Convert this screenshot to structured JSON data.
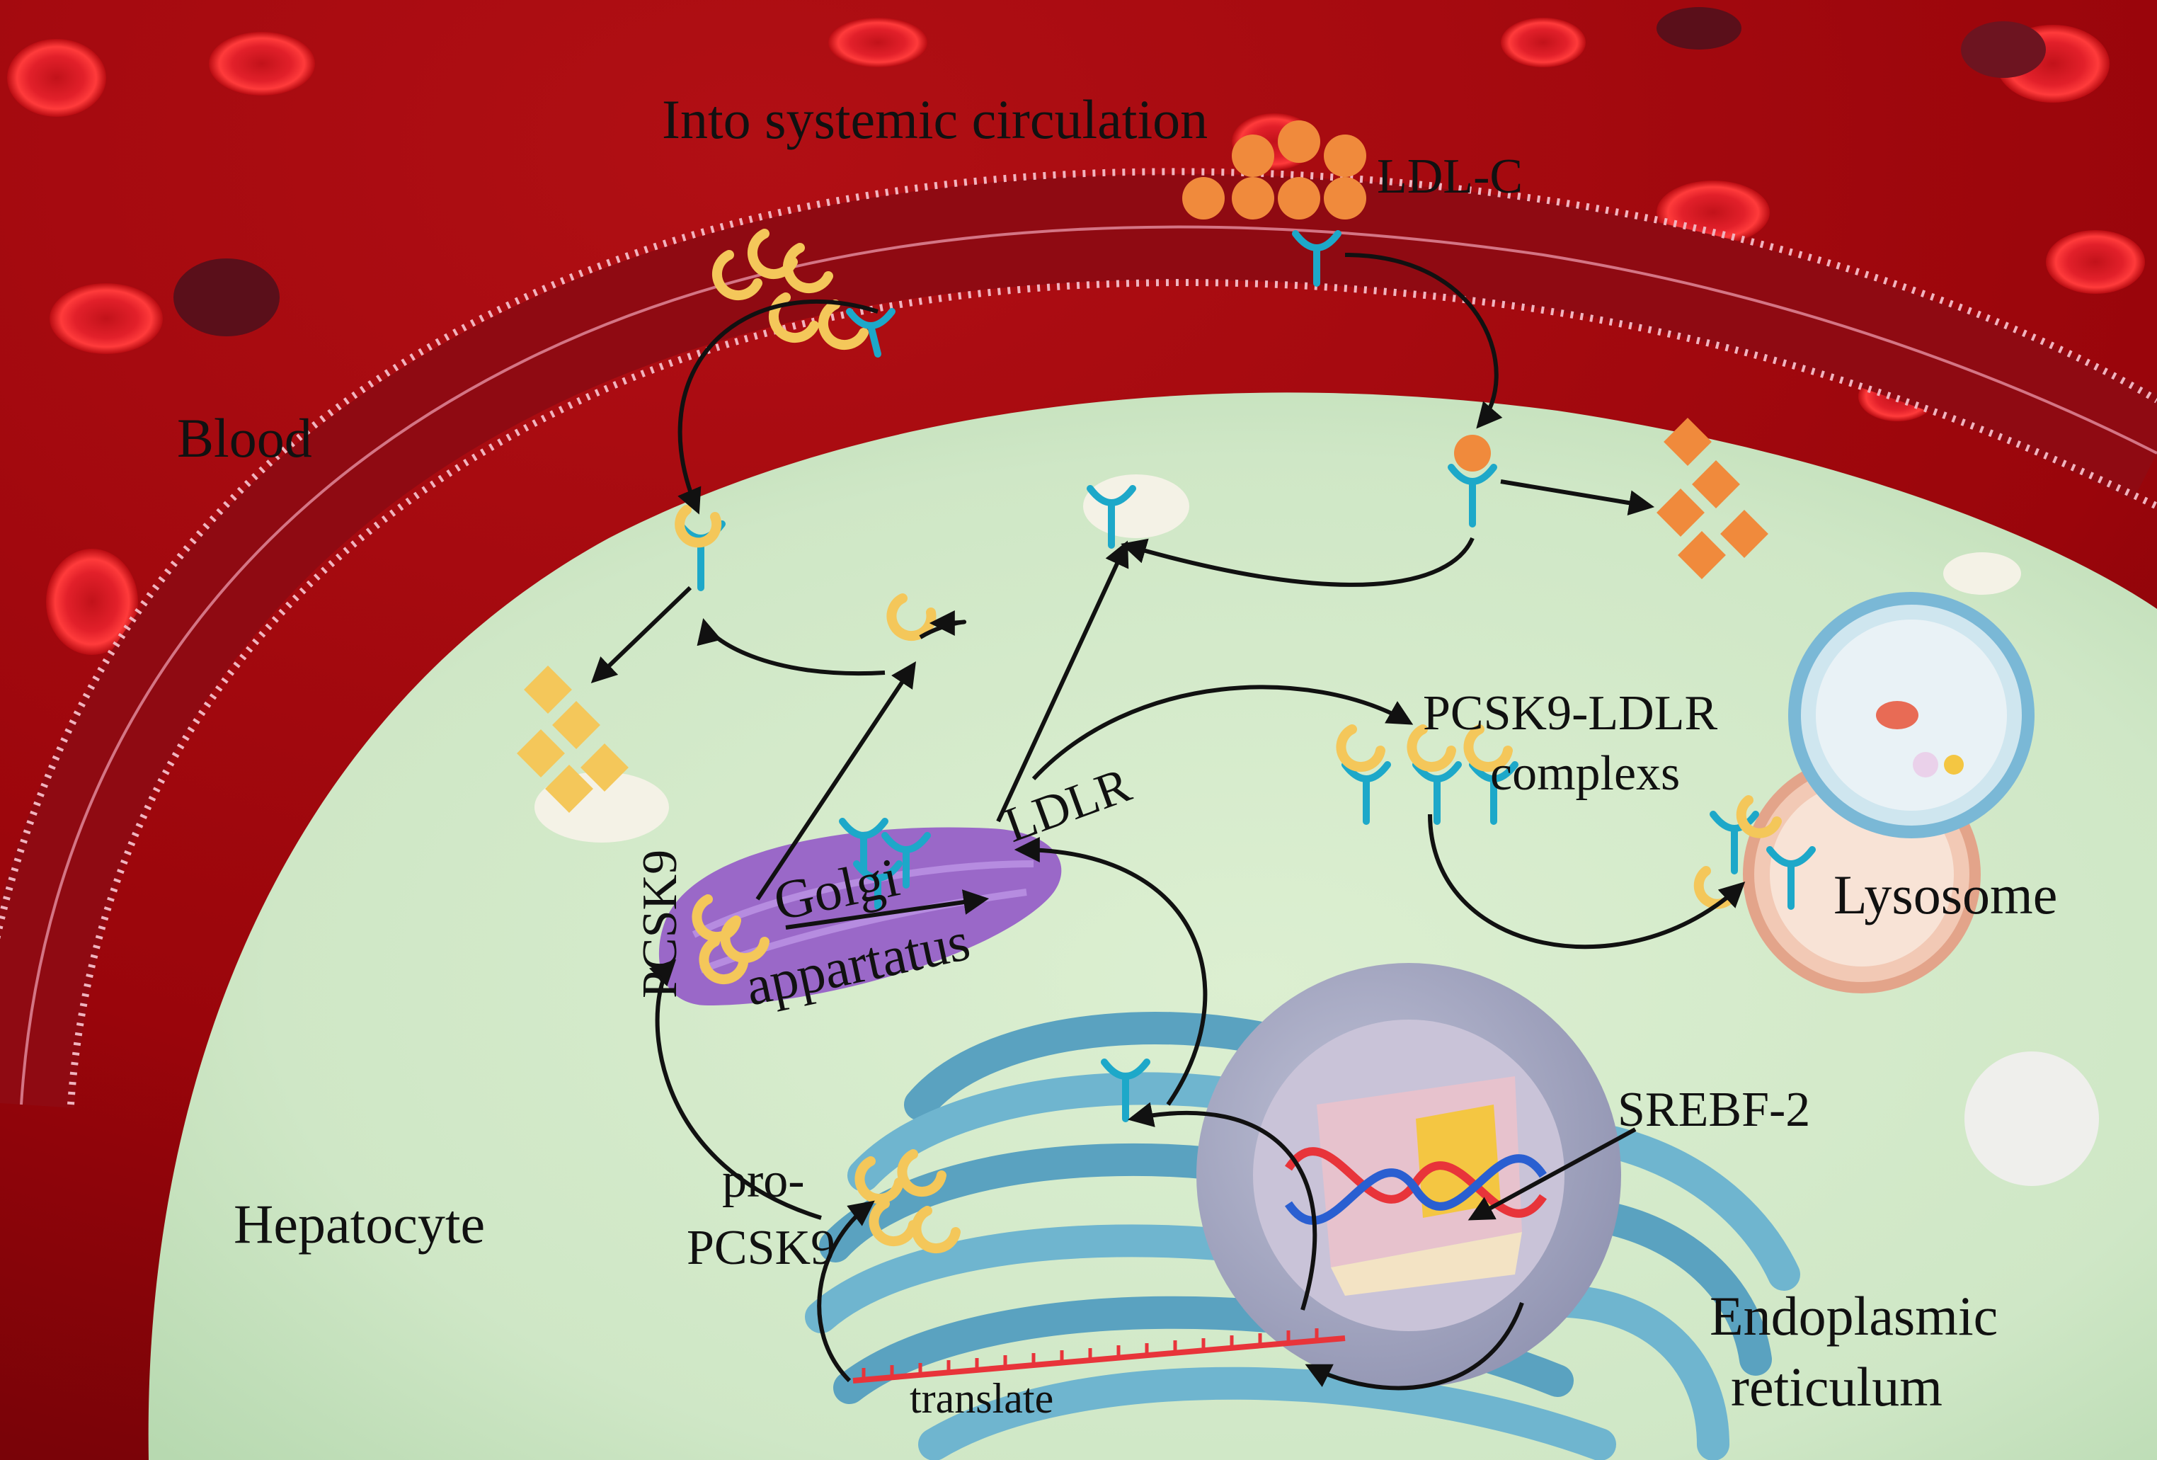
{
  "labels": {
    "circulation": "Into systemic circulation",
    "ldlc": "LDL-C",
    "blood": "Blood",
    "hepatocyte": "Hepatocyte",
    "pcsk9": "PCSK9",
    "golgi_line1": "Golgi",
    "golgi_line2": "appartatus",
    "ldlr": "LDLR",
    "complex_line1": "PCSK9-LDLR",
    "complex_line2": "complexs",
    "lysosome": "Lysosome",
    "srebf2": "SREBF-2",
    "pro_line1": "pro-",
    "pro_line2": "PCSK9",
    "translate": "translate",
    "er_line1": "Endoplasmic",
    "er_line2": "reticulum"
  },
  "colors": {
    "blood": "#a8060d",
    "cell": "#d9edcf",
    "membrane": "#e8a4b0",
    "pcsk9": "#f4c75a",
    "ldlr": "#1da8c9",
    "ldl": "#f08a3c",
    "golgi": "#9a68c8",
    "er": "#6fb5cf",
    "nucleus": "#a8abc4",
    "lysosome": "#f2c9b5",
    "mrna": "#e8343a"
  }
}
